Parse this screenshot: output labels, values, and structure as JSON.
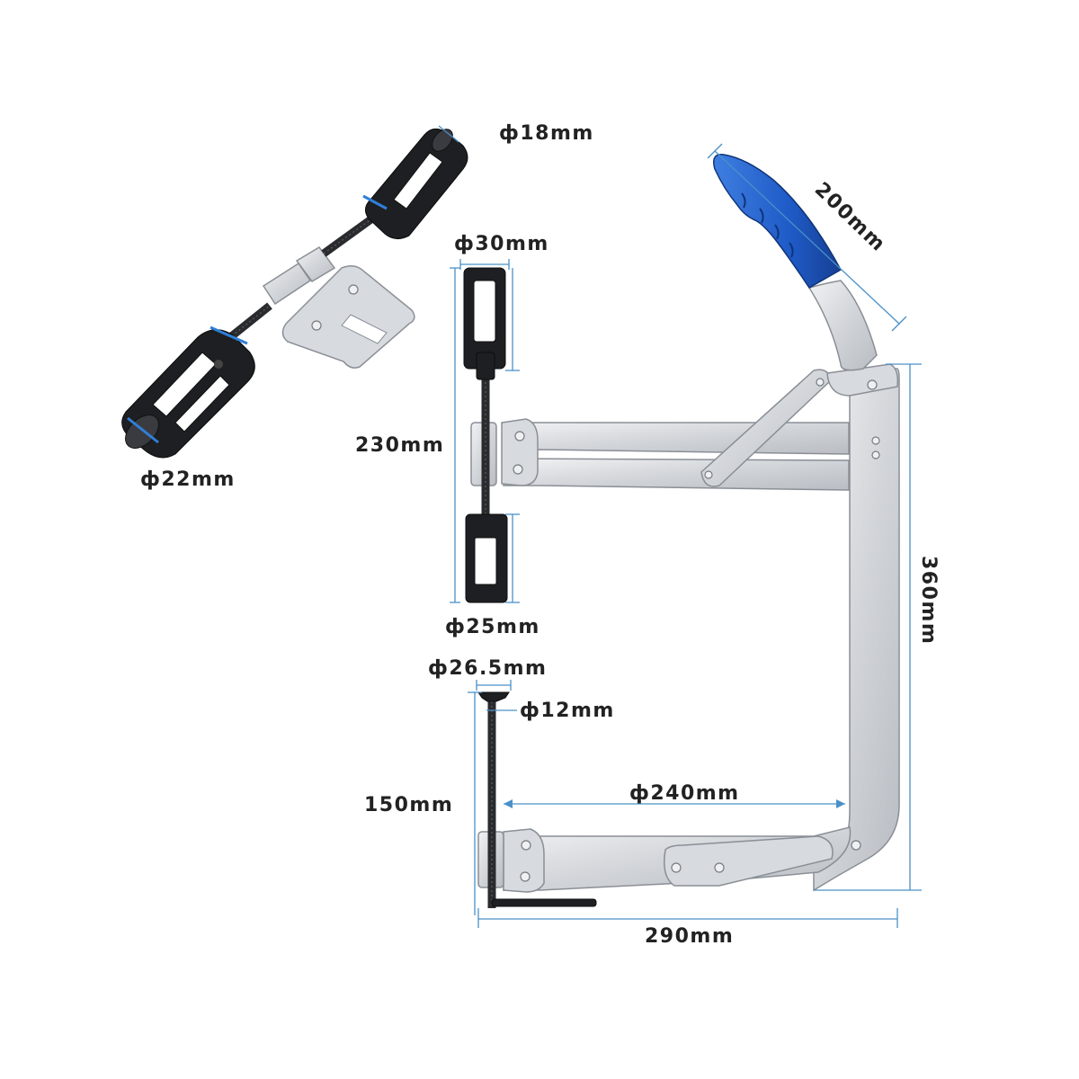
{
  "dimensions": {
    "d18": "ф18mm",
    "d22": "ф22mm",
    "d30": "ф30mm",
    "h230": "230mm",
    "d25": "ф25mm",
    "d26_5": "ф26.5mm",
    "d12": "ф12mm",
    "h150": "150mm",
    "w240": "ф240mm",
    "w290": "290mm",
    "h360": "360mm",
    "l200": "200mm"
  },
  "colors": {
    "handle_grip": "#1f5bc7",
    "steel": "#d4d7db",
    "dimension_line": "#4a90c8",
    "adapter_black": "#1e1f22",
    "accent_blue": "#2f7fd8"
  }
}
